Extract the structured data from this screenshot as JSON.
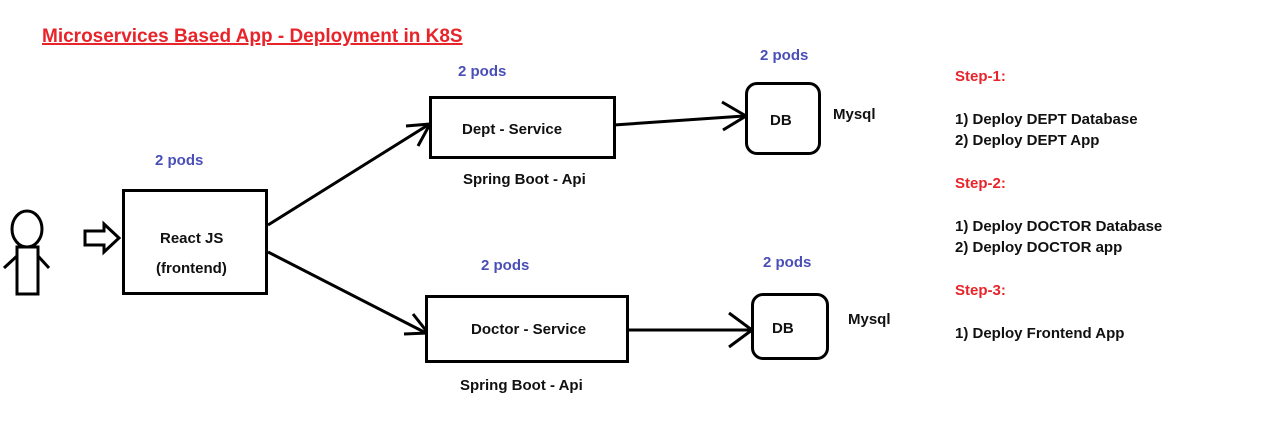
{
  "title": "Microservices Based App - Deployment in K8S",
  "colors": {
    "title": "#e8242b",
    "pods": "#4a4fb8",
    "step_heading": "#e8242b",
    "text": "#111111",
    "lines": "#000000"
  },
  "nodes": {
    "react": {
      "label_line1": "React JS",
      "label_line2": "(frontend)",
      "pods": "2 pods"
    },
    "dept": {
      "label": "Dept - Service",
      "pods": "2 pods",
      "caption": "Spring Boot - Api"
    },
    "doctor": {
      "label": "Doctor - Service",
      "pods": "2 pods",
      "caption": "Spring Boot - Api"
    },
    "dept_db": {
      "label": "DB",
      "pods": "2 pods",
      "engine": "Mysql"
    },
    "doctor_db": {
      "label": "DB",
      "pods": "2 pods",
      "engine": "Mysql"
    }
  },
  "icons": {
    "user": "stick-figure-user-icon",
    "input_arrow": "hollow-right-arrow-icon"
  },
  "steps": [
    {
      "heading": "Step-1:",
      "items": [
        "1) Deploy DEPT Database",
        "2) Deploy DEPT App"
      ]
    },
    {
      "heading": "Step-2:",
      "items": [
        "1) Deploy DOCTOR Database",
        "2) Deploy DOCTOR app"
      ]
    },
    {
      "heading": "Step-3:",
      "items": [
        "1) Deploy Frontend App"
      ]
    }
  ]
}
